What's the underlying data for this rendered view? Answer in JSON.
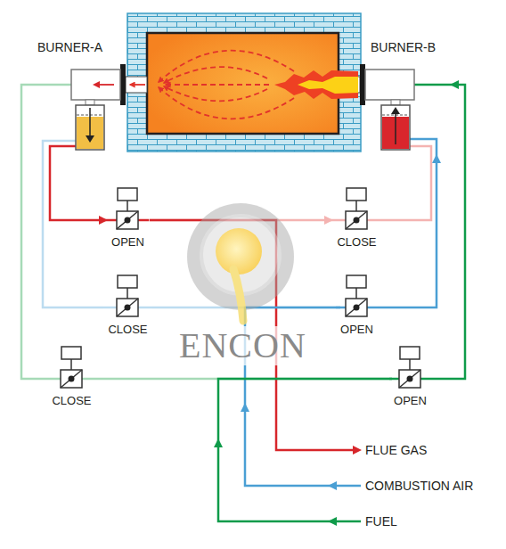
{
  "diagram": {
    "nodes": [
      {
        "text": [
          "BURNER-A"
        ]
      },
      {
        "text": [
          "BURNER-B"
        ]
      },
      {
        "text": [
          "OPEN"
        ]
      },
      {
        "text": [
          "CLOSE"
        ]
      },
      {
        "text": [
          "CLOSE"
        ]
      },
      {
        "text": [
          "OPEN"
        ]
      },
      {
        "text": [
          "CLOSE"
        ]
      },
      {
        "text": [
          "OPEN"
        ]
      }
    ],
    "edges": [
      {
        "from": 0,
        "to": 2,
        "arrow": "to"
      },
      {
        "from": 2,
        "to": 3,
        "arrow": "to"
      },
      {
        "from": 3,
        "to": 1,
        "arrow": "none"
      },
      {
        "from": 0,
        "to": 4,
        "arrow": "none"
      },
      {
        "from": 4,
        "to": 5,
        "arrow": "none"
      },
      {
        "from": 5,
        "to": 1,
        "arrow": "to"
      },
      {
        "from": 0,
        "to": 6,
        "arrow": "none"
      },
      {
        "from": 6,
        "to": 7,
        "arrow": "none"
      },
      {
        "from": 7,
        "to": 1,
        "arrow": "to"
      }
    ],
    "labels": [
      "ENCON",
      "FLUE GAS",
      "COMBUSTION AIR",
      "FUEL"
    ]
  }
}
